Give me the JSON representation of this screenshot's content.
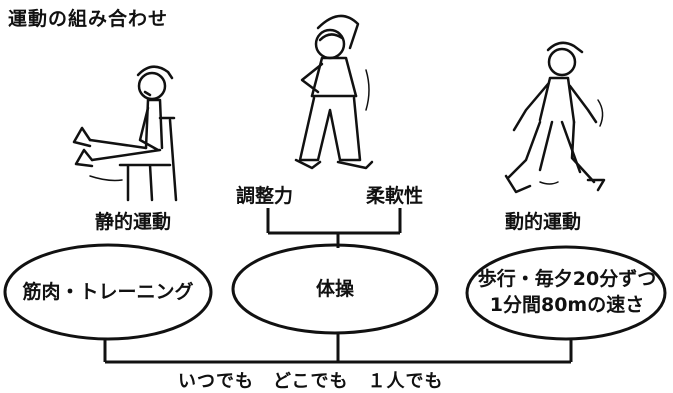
{
  "title": "運動の組み合わせ",
  "categories": {
    "static": "静的運動",
    "dynamic": "動的運動",
    "sub_left": "調整力",
    "sub_right": "柔軟性"
  },
  "ovals": {
    "left": "筋肉・トレーニング",
    "center": "体操",
    "right_line1": "歩行・毎夕20分ずつ",
    "right_line2": "1分間80mの速さ"
  },
  "footer": "いつでも　どこでも　１人でも"
}
